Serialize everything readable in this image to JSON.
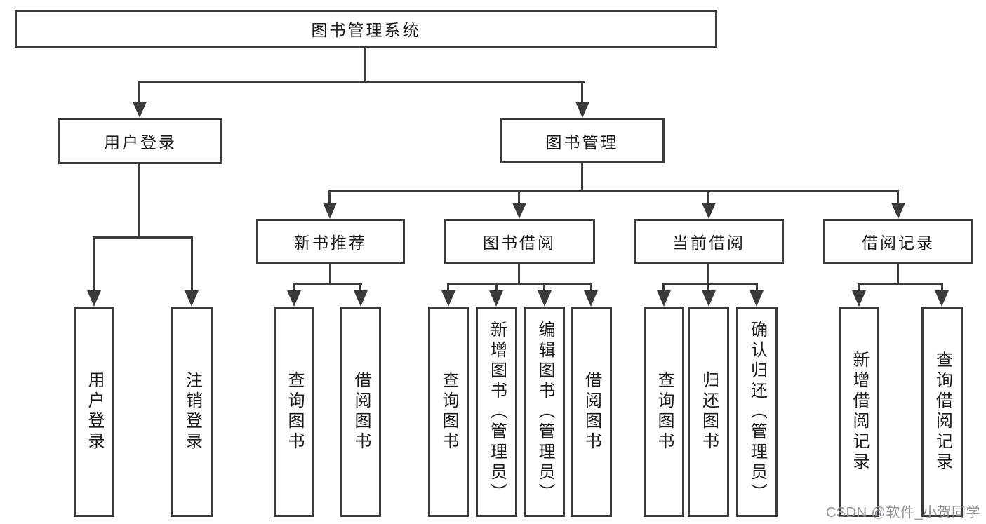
{
  "diagram": {
    "type": "hierarchy-tree",
    "title": "图书管理系统",
    "watermark": "CSDN @软件_小贺同学",
    "colors": {
      "background": "#ffffff",
      "line": "#3a3a3c",
      "text": "#1b1b1d",
      "watermark": "#8f949a"
    },
    "nodes": {
      "root": {
        "label": "图书管理系统"
      },
      "level2": [
        {
          "label": "用户登录",
          "parent": "图书管理系统"
        },
        {
          "label": "图书管理",
          "parent": "图书管理系统"
        }
      ],
      "level3": [
        {
          "label": "新书推荐",
          "parent": "图书管理"
        },
        {
          "label": "图书借阅",
          "parent": "图书管理"
        },
        {
          "label": "当前借阅",
          "parent": "图书管理"
        },
        {
          "label": "借阅记录",
          "parent": "图书管理"
        }
      ],
      "leaves": [
        {
          "label": "用户登录",
          "parent": "用户登录"
        },
        {
          "label": "注销登录",
          "parent": "用户登录"
        },
        {
          "label": "查询图书",
          "parent": "新书推荐"
        },
        {
          "label": "借阅图书",
          "parent": "新书推荐"
        },
        {
          "label": "查询图书",
          "parent": "图书借阅"
        },
        {
          "label": "新增图书（管理员）",
          "parent": "图书借阅"
        },
        {
          "label": "编辑图书（管理员）",
          "parent": "图书借阅"
        },
        {
          "label": "借阅图书",
          "parent": "图书借阅"
        },
        {
          "label": "查询图书",
          "parent": "当前借阅"
        },
        {
          "label": "归还图书",
          "parent": "当前借阅"
        },
        {
          "label": "确认归还（管理员）",
          "parent": "当前借阅"
        },
        {
          "label": "新增借阅记录",
          "parent": "借阅记录"
        },
        {
          "label": "查询借阅记录",
          "parent": "借阅记录"
        }
      ]
    }
  }
}
